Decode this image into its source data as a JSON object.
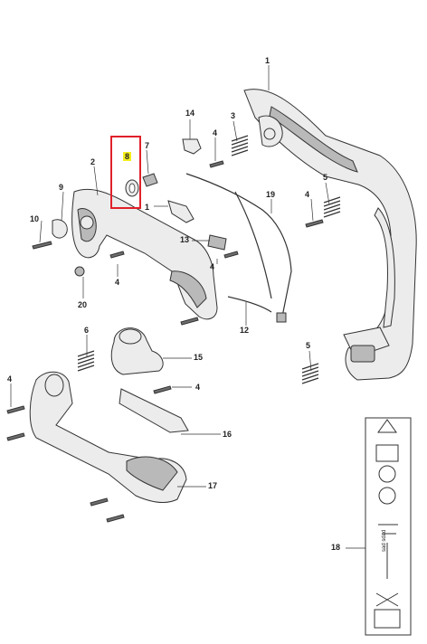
{
  "diagram": {
    "callouts": {
      "c1": "1",
      "c2": "2",
      "c3": "3",
      "c4a": "4",
      "c4b": "4",
      "c4c": "4",
      "c4d": "4",
      "c4e": "4",
      "c4f": "4",
      "c5a": "5",
      "c5b": "5",
      "c6": "6",
      "c7": "7",
      "c8": "8",
      "c9": "9",
      "c10": "10",
      "c11": "1",
      "c12": "12",
      "c13": "13",
      "c14": "14",
      "c15": "15",
      "c16": "16",
      "c17": "17",
      "c18": "18",
      "c19": "19",
      "c20": "20"
    },
    "highlight_color": "#e0202a",
    "label_highlight_color": "#f4ee1c",
    "label_panel": {
      "tag_text": "sad sdad"
    }
  }
}
